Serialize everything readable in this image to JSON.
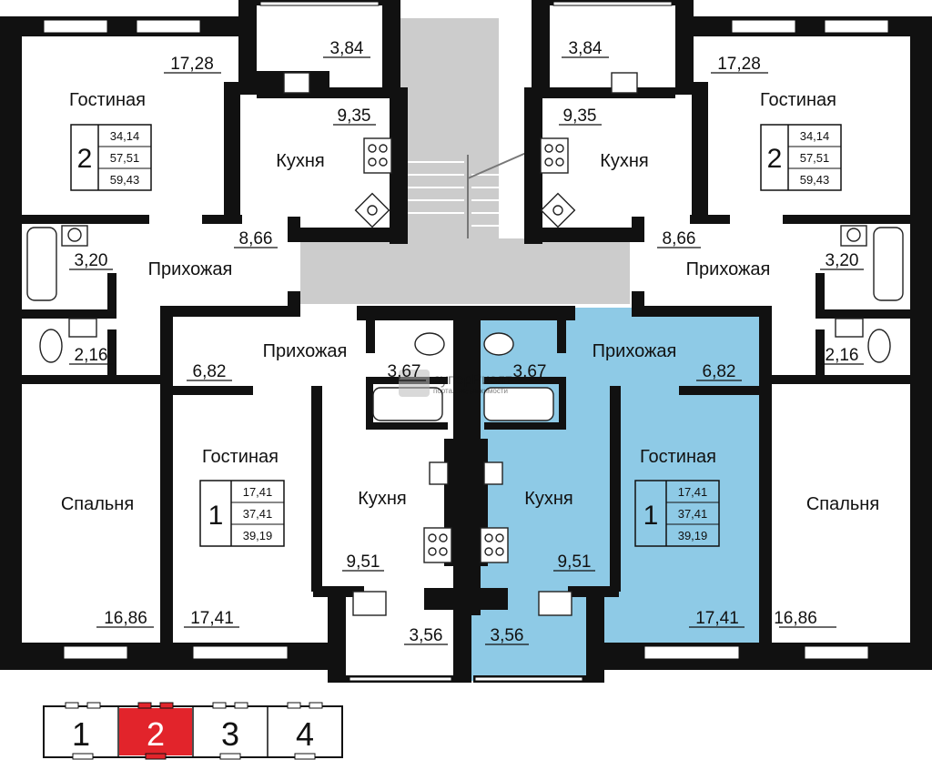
{
  "colors": {
    "wall": "#111111",
    "highlight": "#8ecae6",
    "stairwell": "#cccccc",
    "selected_floor": "#e2242b",
    "background": "#ffffff"
  },
  "rooms": {
    "tl_living": "Гостиная",
    "tl_kitchen": "Кухня",
    "tl_hall": "Прихожая",
    "tr_living": "Гостиная",
    "tr_kitchen": "Кухня",
    "tr_hall": "Прихожая",
    "bl_bedroom": "Спальня",
    "bl_living": "Гостиная",
    "bl_kitchen": "Кухня",
    "bl_hall": "Прихожая",
    "br_bedroom": "Спальня",
    "br_living": "Гостиная",
    "br_kitchen": "Кухня",
    "br_hall": "Прихожая"
  },
  "areas": {
    "tl_living": "17,28",
    "tl_balcony": "3,84",
    "tl_kitchen": "9,35",
    "tl_hall": "8,66",
    "tl_bath": "3,20",
    "tl_wc": "2,16",
    "tr_living": "17,28",
    "tr_balcony": "3,84",
    "tr_kitchen": "9,35",
    "tr_hall": "8,66",
    "tr_bath": "3,20",
    "tr_wc": "2,16",
    "bl_bedroom": "16,86",
    "bl_hall": "6,82",
    "bl_living": "17,41",
    "bl_bath": "3,67",
    "bl_kitchen": "9,51",
    "bl_balcony": "3,56",
    "br_bedroom": "16,86",
    "br_hall": "6,82",
    "br_living": "17,41",
    "br_bath": "3,67",
    "br_kitchen": "9,51",
    "br_balcony": "3,56"
  },
  "badges": {
    "tl": {
      "rooms": "2",
      "living": "34,14",
      "total": "57,51",
      "total_balcony": "59,43"
    },
    "tr": {
      "rooms": "2",
      "living": "34,14",
      "total": "57,51",
      "total_balcony": "59,43"
    },
    "bl": {
      "rooms": "1",
      "living": "17,41",
      "total": "37,41",
      "total_balcony": "39,19"
    },
    "br": {
      "rooms": "1",
      "living": "17,41",
      "total": "37,41",
      "total_balcony": "39,19"
    }
  },
  "watermark": {
    "name": "суперРиэлт",
    "tagline": "портал недвижимости"
  },
  "floors": {
    "items": [
      "1",
      "2",
      "3",
      "4"
    ],
    "selected": "2"
  }
}
